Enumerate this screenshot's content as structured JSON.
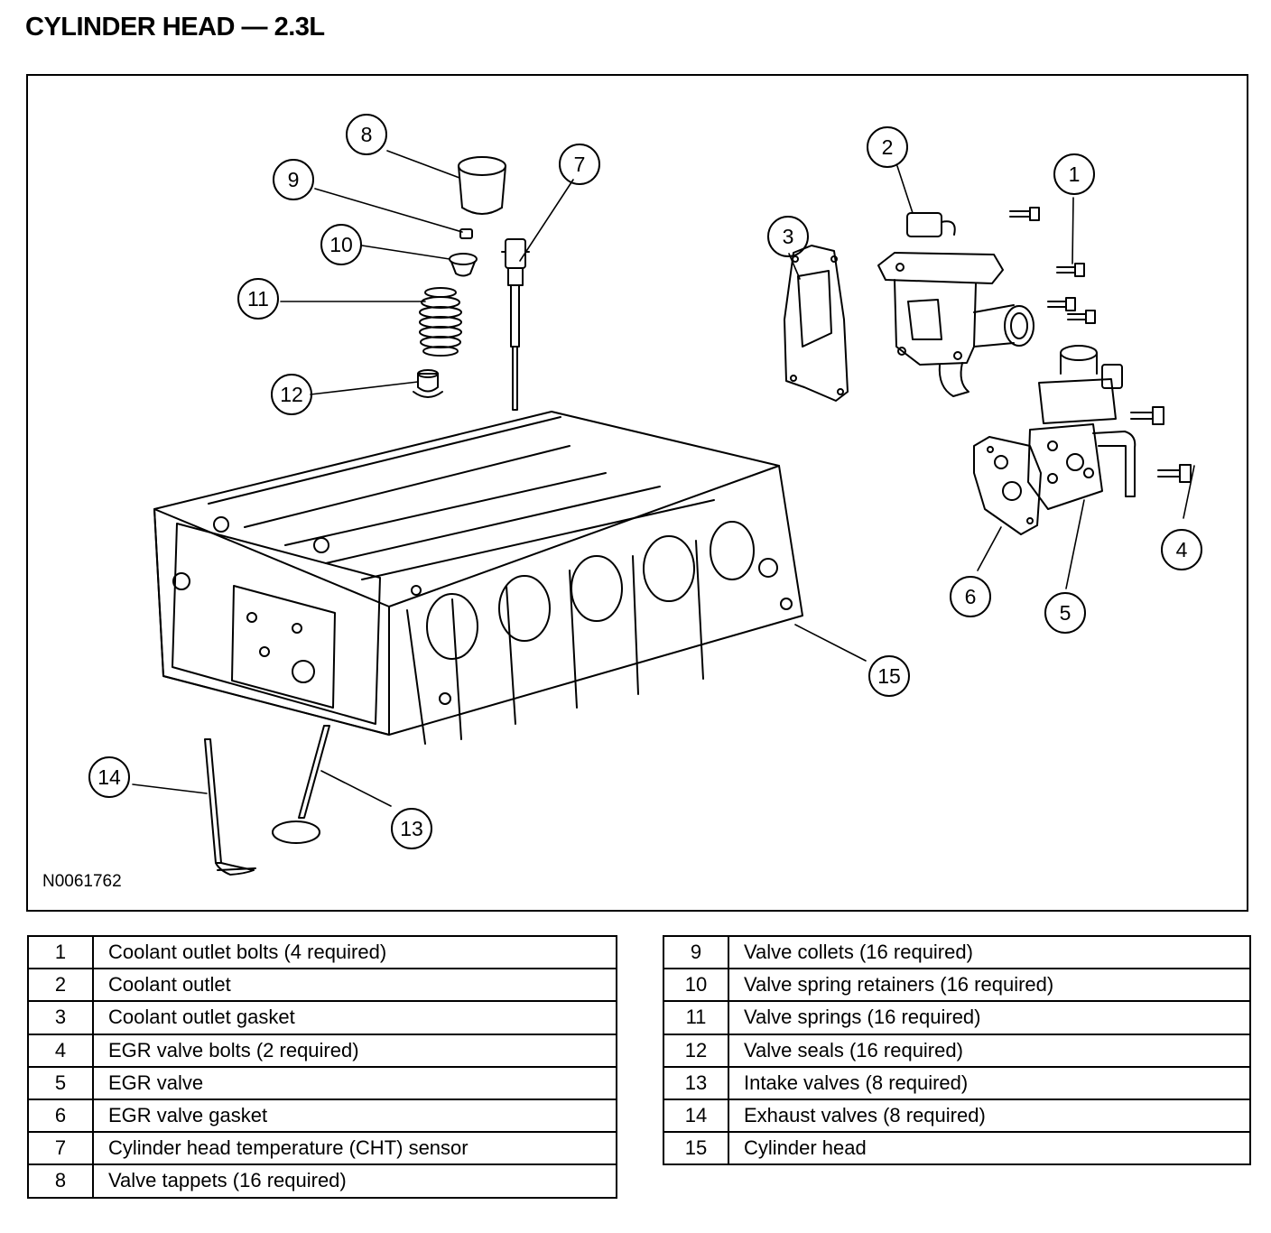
{
  "title": "CYLINDER HEAD — 2.3L",
  "figure_code": "N0061762",
  "callouts": [
    {
      "id": "callout-1",
      "number": "1"
    },
    {
      "id": "callout-2",
      "number": "2"
    },
    {
      "id": "callout-3",
      "number": "3"
    },
    {
      "id": "callout-4",
      "number": "4"
    },
    {
      "id": "callout-5",
      "number": "5"
    },
    {
      "id": "callout-6",
      "number": "6"
    },
    {
      "id": "callout-7",
      "number": "7"
    },
    {
      "id": "callout-8",
      "number": "8"
    },
    {
      "id": "callout-9",
      "number": "9"
    },
    {
      "id": "callout-10",
      "number": "10"
    },
    {
      "id": "callout-11",
      "number": "11"
    },
    {
      "id": "callout-12",
      "number": "12"
    },
    {
      "id": "callout-13",
      "number": "13"
    },
    {
      "id": "callout-14",
      "number": "14"
    },
    {
      "id": "callout-15",
      "number": "15"
    }
  ],
  "legend_left": [
    {
      "number": "1",
      "description": "Coolant outlet bolts (4 required)"
    },
    {
      "number": "2",
      "description": "Coolant outlet"
    },
    {
      "number": "3",
      "description": "Coolant outlet gasket"
    },
    {
      "number": "4",
      "description": "EGR valve bolts (2 required)"
    },
    {
      "number": "5",
      "description": "EGR valve"
    },
    {
      "number": "6",
      "description": "EGR valve gasket"
    },
    {
      "number": "7",
      "description": "Cylinder head temperature (CHT) sensor"
    },
    {
      "number": "8",
      "description": "Valve tappets (16 required)"
    }
  ],
  "legend_right": [
    {
      "number": "9",
      "description": "Valve collets (16 required)"
    },
    {
      "number": "10",
      "description": "Valve spring retainers (16 required)"
    },
    {
      "number": "11",
      "description": "Valve springs (16 required)"
    },
    {
      "number": "12",
      "description": "Valve seals (16 required)"
    },
    {
      "number": "13",
      "description": "Intake valves (8 required)"
    },
    {
      "number": "14",
      "description": "Exhaust valves (8 required)"
    },
    {
      "number": "15",
      "description": "Cylinder head"
    }
  ]
}
